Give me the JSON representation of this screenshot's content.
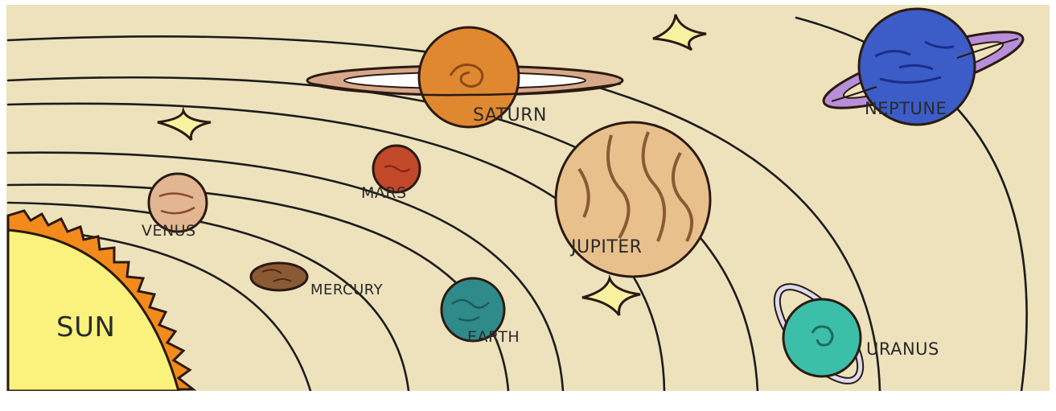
{
  "diagram": {
    "background_color": "#eee2bc",
    "border_color": "#ffffff",
    "labels": {
      "sun": "SUN",
      "mercury": "MERCURY",
      "venus": "VENUS",
      "earth": "EARTH",
      "mars": "MARS",
      "jupiter": "JUPITER",
      "saturn": "SATURN",
      "uranus": "URANUS",
      "neptune": "NEPTUNE"
    },
    "colors": {
      "sun": "#fbf27e",
      "sun_flame": "#f38a1c",
      "mercury": "#8a5a34",
      "venus": "#e2b690",
      "earth": "#2f8a8a",
      "mars": "#c2482a",
      "jupiter": "#e8c08c",
      "saturn": "#e08830",
      "saturn_ring": "#d8a88a",
      "uranus": "#3cbfa8",
      "neptune": "#3c5cc8",
      "neptune_ring": "#b88ed8",
      "star": "#f8f2a0"
    },
    "icons": [
      "sparkle-star-icon",
      "sparkle-star-icon",
      "sparkle-star-icon"
    ]
  }
}
